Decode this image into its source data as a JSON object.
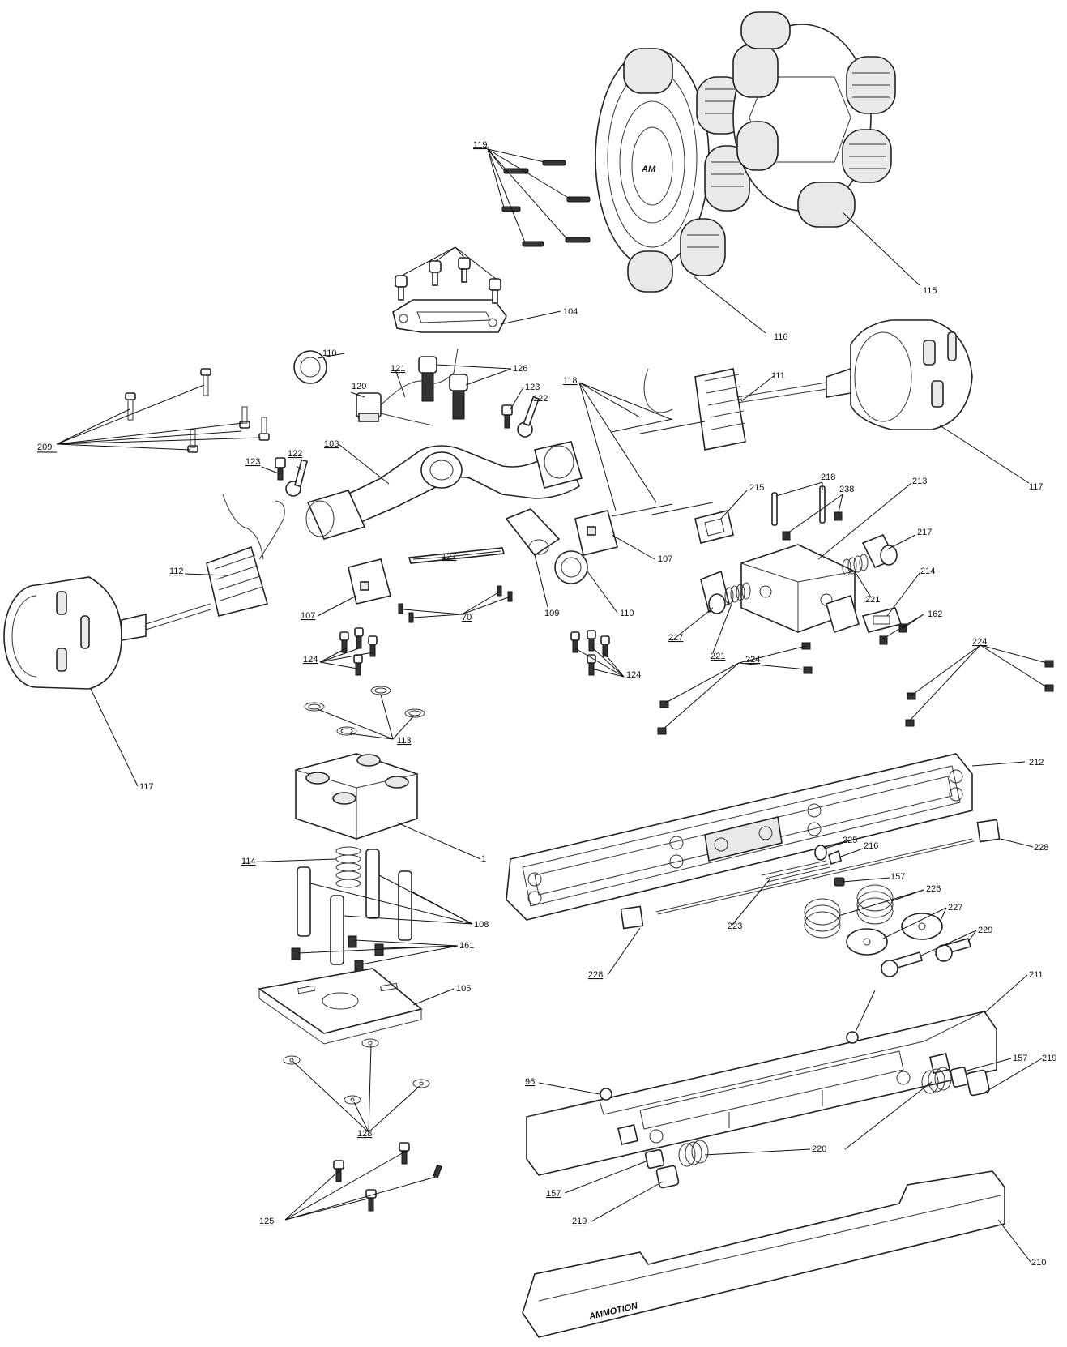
{
  "labels": {
    "l1": "1",
    "l70": "70",
    "l96": "96",
    "l103": "103",
    "l104": "104",
    "l105": "105",
    "l107a": "107",
    "l107b": "107",
    "l108": "108",
    "l109": "109",
    "l110a": "110",
    "l110b": "110",
    "l111": "111",
    "l112": "112",
    "l113": "113",
    "l114": "114",
    "l115": "115",
    "l116": "116",
    "l117a": "117",
    "l117b": "117",
    "l118": "118",
    "l119": "119",
    "l120": "120",
    "l121": "121",
    "l122a": "122",
    "l122b": "122",
    "l123a": "123",
    "l123b": "123",
    "l124a": "124",
    "l124b": "124",
    "l125": "125",
    "l126": "126",
    "l127": "127",
    "l128": "128",
    "l157a": "157",
    "l157b": "157",
    "l157c": "157",
    "l161": "161",
    "l162": "162",
    "l209": "209",
    "l210": "210",
    "l211": "211",
    "l212": "212",
    "l213": "213",
    "l214": "214",
    "l215": "215",
    "l216": "216",
    "l217a": "217",
    "l217b": "217",
    "l218": "218",
    "l219a": "219",
    "l219b": "219",
    "l220": "220",
    "l221a": "221",
    "l221b": "221",
    "l223": "223",
    "l224a": "224",
    "l224b": "224",
    "l225": "225",
    "l226": "226",
    "l227": "227",
    "l228a": "228",
    "l228b": "228",
    "l229": "229",
    "l238": "238"
  },
  "logo": {
    "wheel_logo": "AM",
    "brand": "AMMOTION"
  }
}
